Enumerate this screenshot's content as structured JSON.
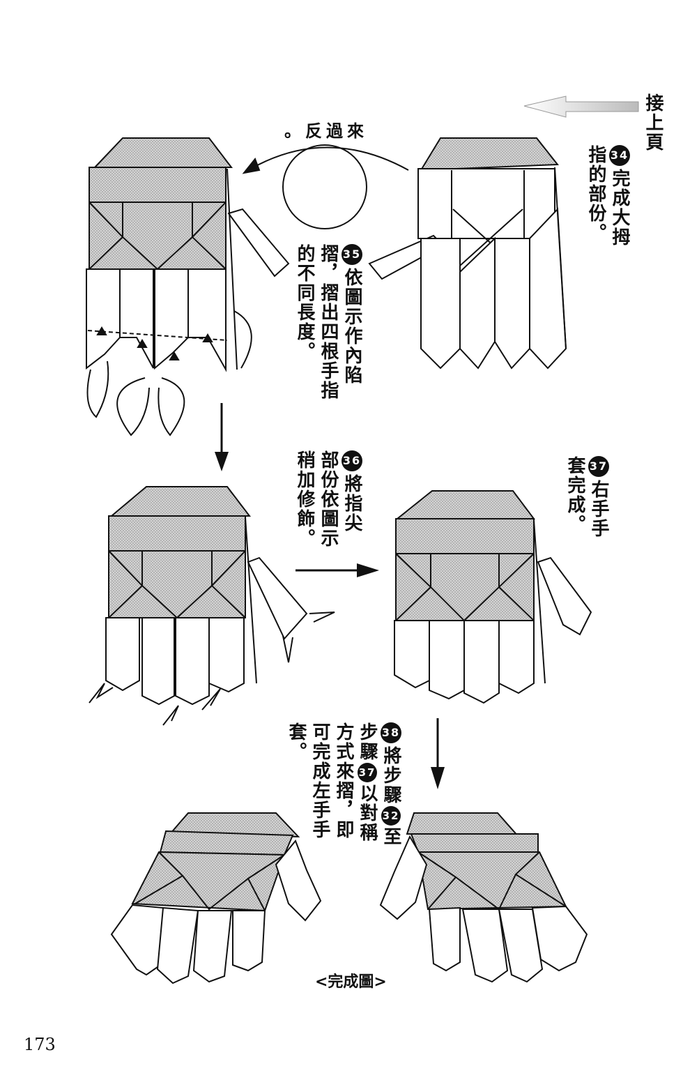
{
  "header": {
    "continued": "接上頁"
  },
  "flip_label": "反過來。",
  "steps": [
    {
      "no": "34",
      "text": "完成大拇指的部份。"
    },
    {
      "no": "35",
      "text": "依圖示作內陷摺，摺出四根手指的不同長度。"
    },
    {
      "no": "36",
      "text": "將指尖部份依圖示稍加修飾。"
    },
    {
      "no": "37",
      "text": "右手手套完成。"
    },
    {
      "no": "38",
      "text_a": "將步驟",
      "ref_a": "32",
      "text_b": "至",
      "ref_b": "37",
      "text_c": "步驟",
      "text_d": "以對稱方式來摺，即可完成左手手套。"
    }
  ],
  "caption": "<完成圖>",
  "page_number": "173",
  "colors": {
    "ink": "#111111",
    "screen": "#bdbdbd",
    "paper": "#ffffff"
  }
}
